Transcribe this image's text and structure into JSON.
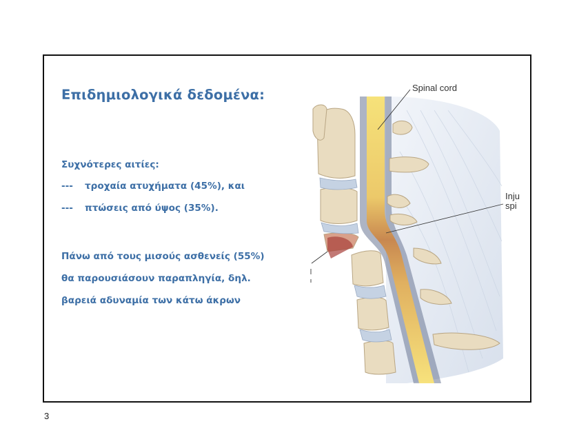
{
  "slide": {
    "title": "Επιδημιολογικά δεδομένα:",
    "causes_heading": "Συχνότερες αιτίες:",
    "causes": [
      {
        "bullet": "---",
        "text": "τροχαία ατυχήματα (45%), και"
      },
      {
        "bullet": "---",
        "text": "πτώσεις από ύψος (35%)."
      }
    ],
    "paragraph": [
      "Πάνω από τους μισούς ασθενείς (55%)",
      "θα παρουσιάσουν παραπληγία, δηλ.",
      "βαρειά αδυναμία των κάτω άκρων"
    ],
    "figure": {
      "label_spinal_cord": "Spinal cord",
      "label_injured_line1": "Inju",
      "label_injured_line2": "spi"
    },
    "page_number": "3"
  },
  "colors": {
    "text_accent": "#3d6fa6"
  }
}
